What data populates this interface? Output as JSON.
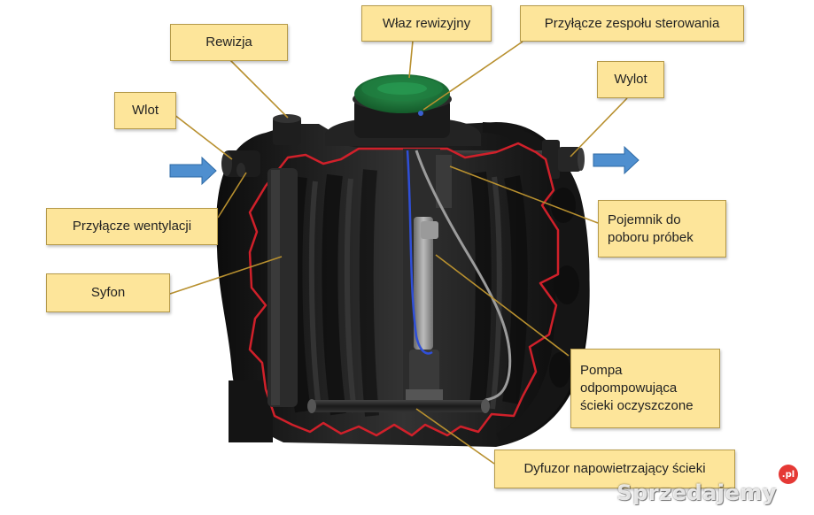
{
  "labels": {
    "wlaz_rewizyjny": "Właz rewizyjny",
    "przylacze_sterowania": "Przyłącze zespołu sterowania",
    "rewizja": "Rewizja",
    "wlot": "Wlot",
    "wylot": "Wylot",
    "przylacze_wentylacji": "Przyłącze wentylacji",
    "pojemnik": "Pojemnik do\npoboru próbek",
    "syfon": "Syfon",
    "pompa": "Pompa\nodpompowująca\nścieki oczyszczone",
    "dyfuzor": "Dyfuzor napowietrzający ścieki"
  },
  "watermark": {
    "text": "Sprzedajemy",
    "badge": ".pl"
  },
  "colors": {
    "label_bg": "#fde59a",
    "leader": "#b8902f",
    "tank": "#1a1a1a",
    "cut_edge": "#d0202a",
    "lid": "#1e7a3c",
    "flow_arrow": "#4f8fcf"
  }
}
